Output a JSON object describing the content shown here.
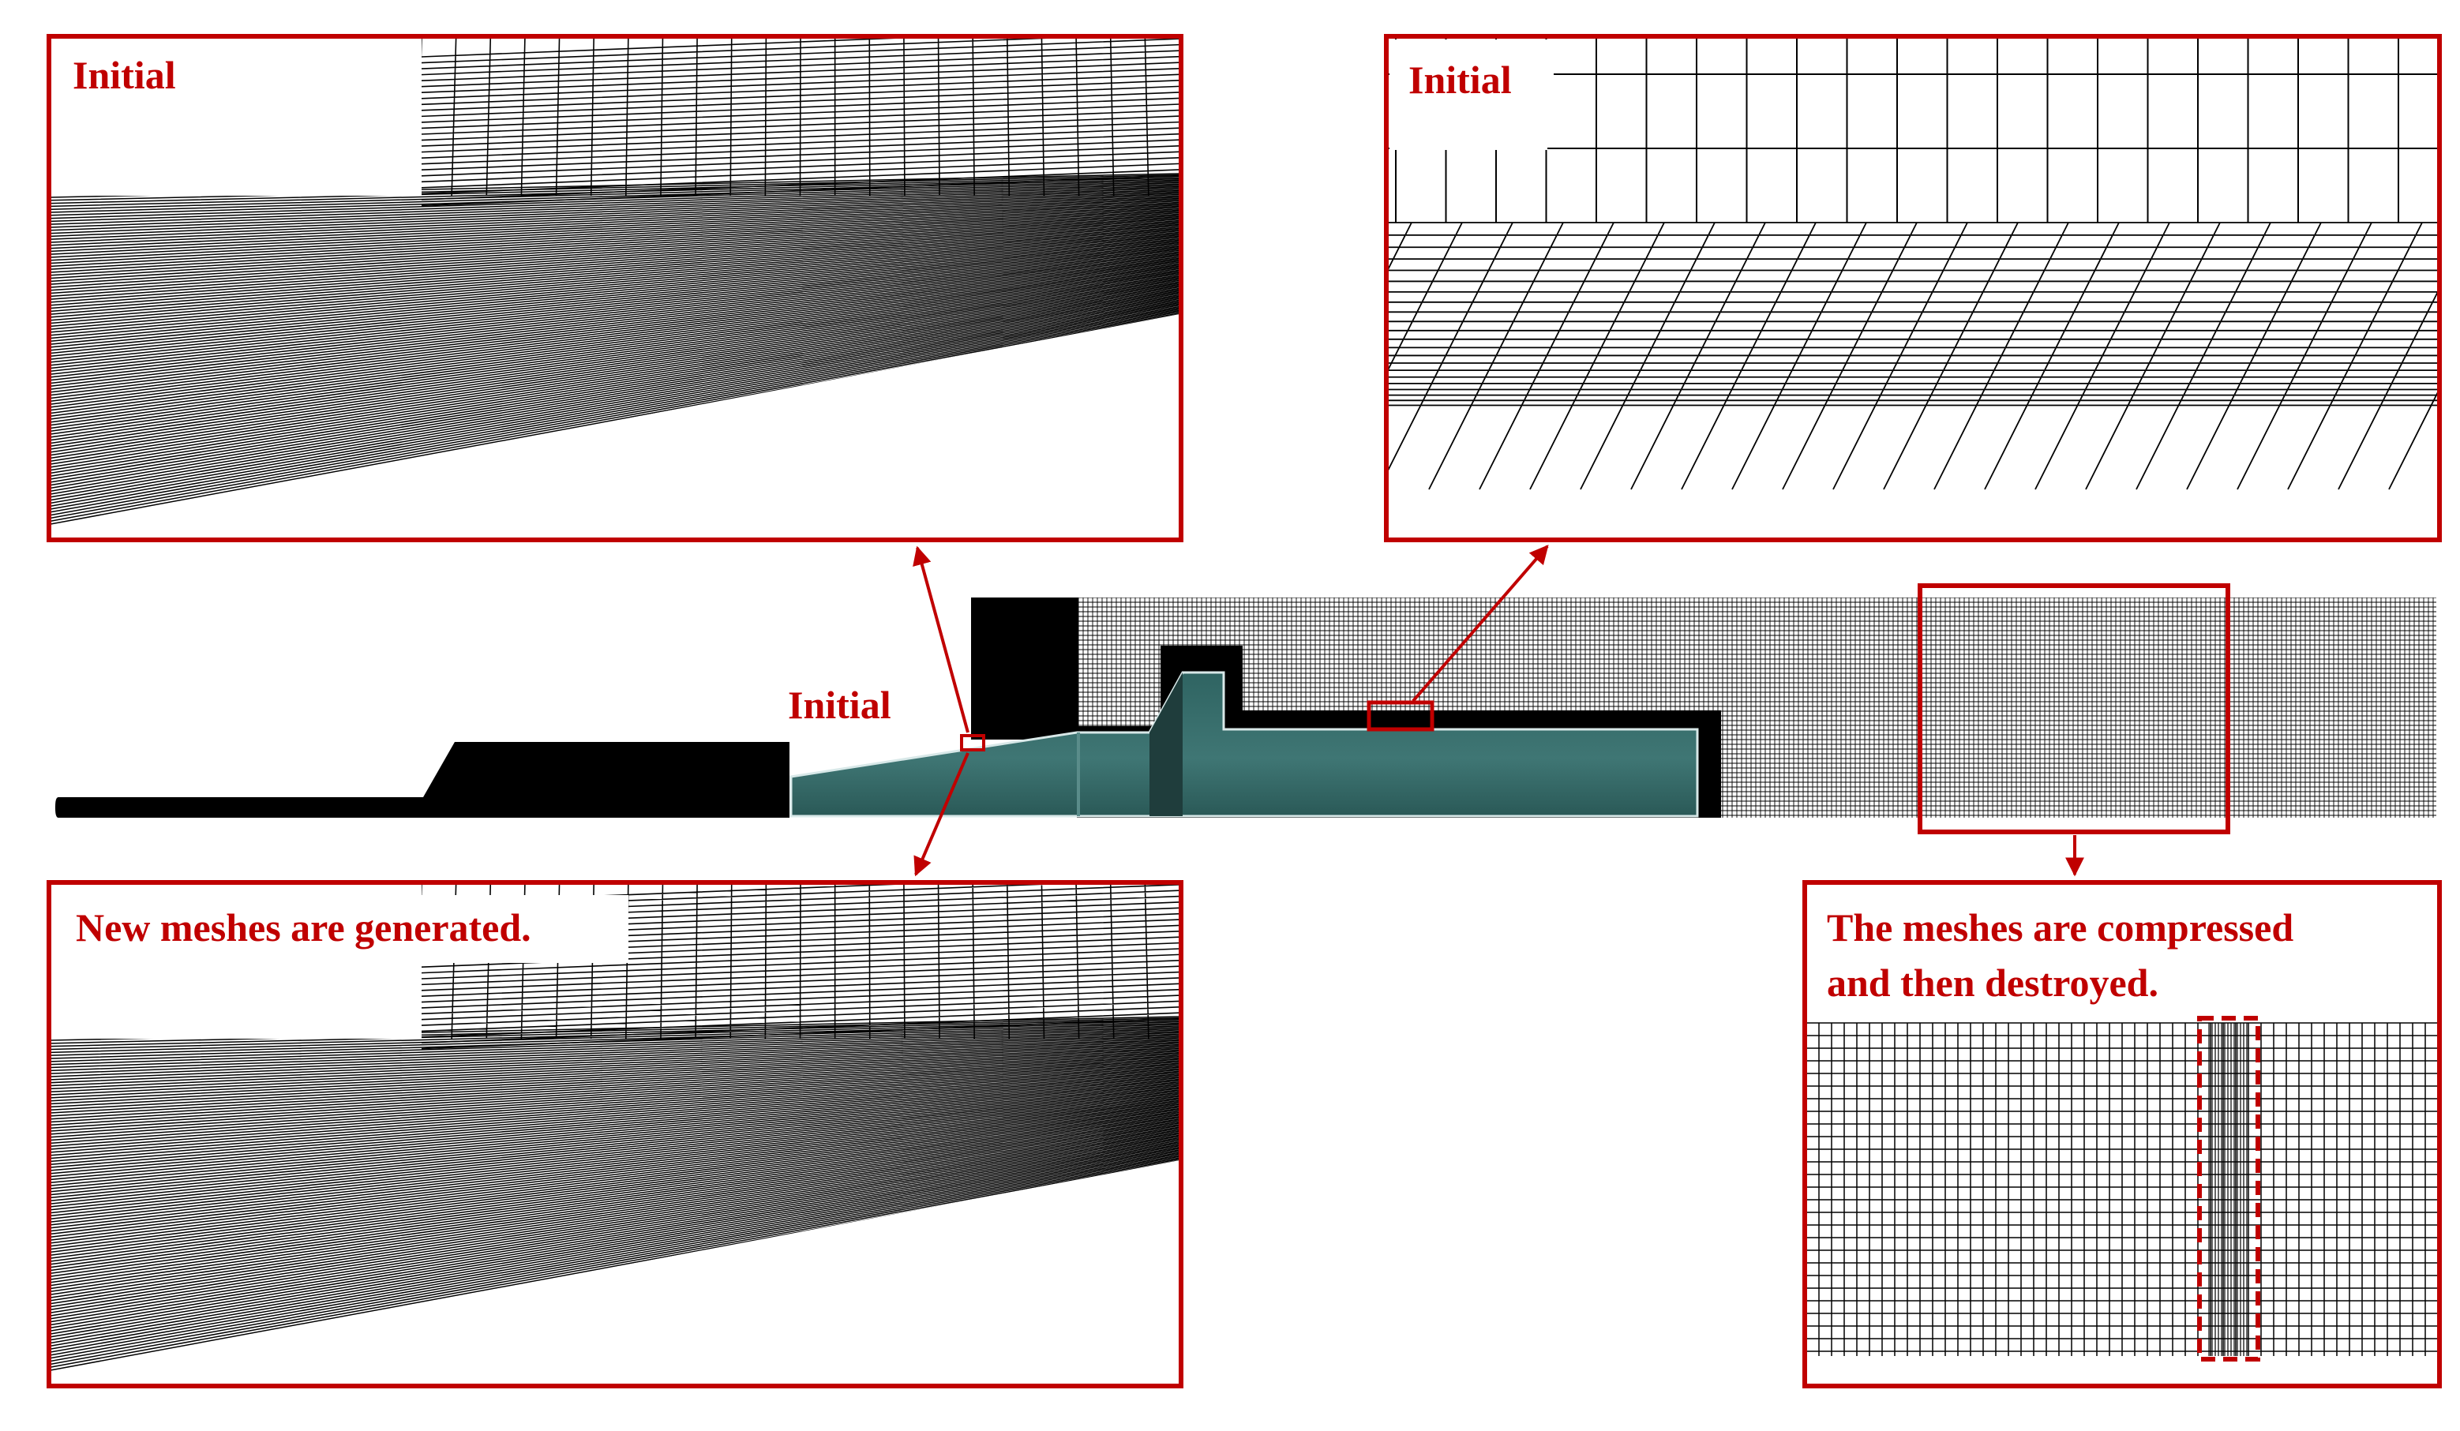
{
  "labels": {
    "top_left": "Initial",
    "top_right": "Initial",
    "center": "Initial",
    "bottom_left": "New meshes are generated.",
    "bottom_right_line1": "The meshes are compressed",
    "bottom_right_line2": "and then destroyed."
  },
  "colors": {
    "accent": "#c00000",
    "mesh": "#000000",
    "body": "#3a6e6c",
    "background": "#ffffff"
  }
}
